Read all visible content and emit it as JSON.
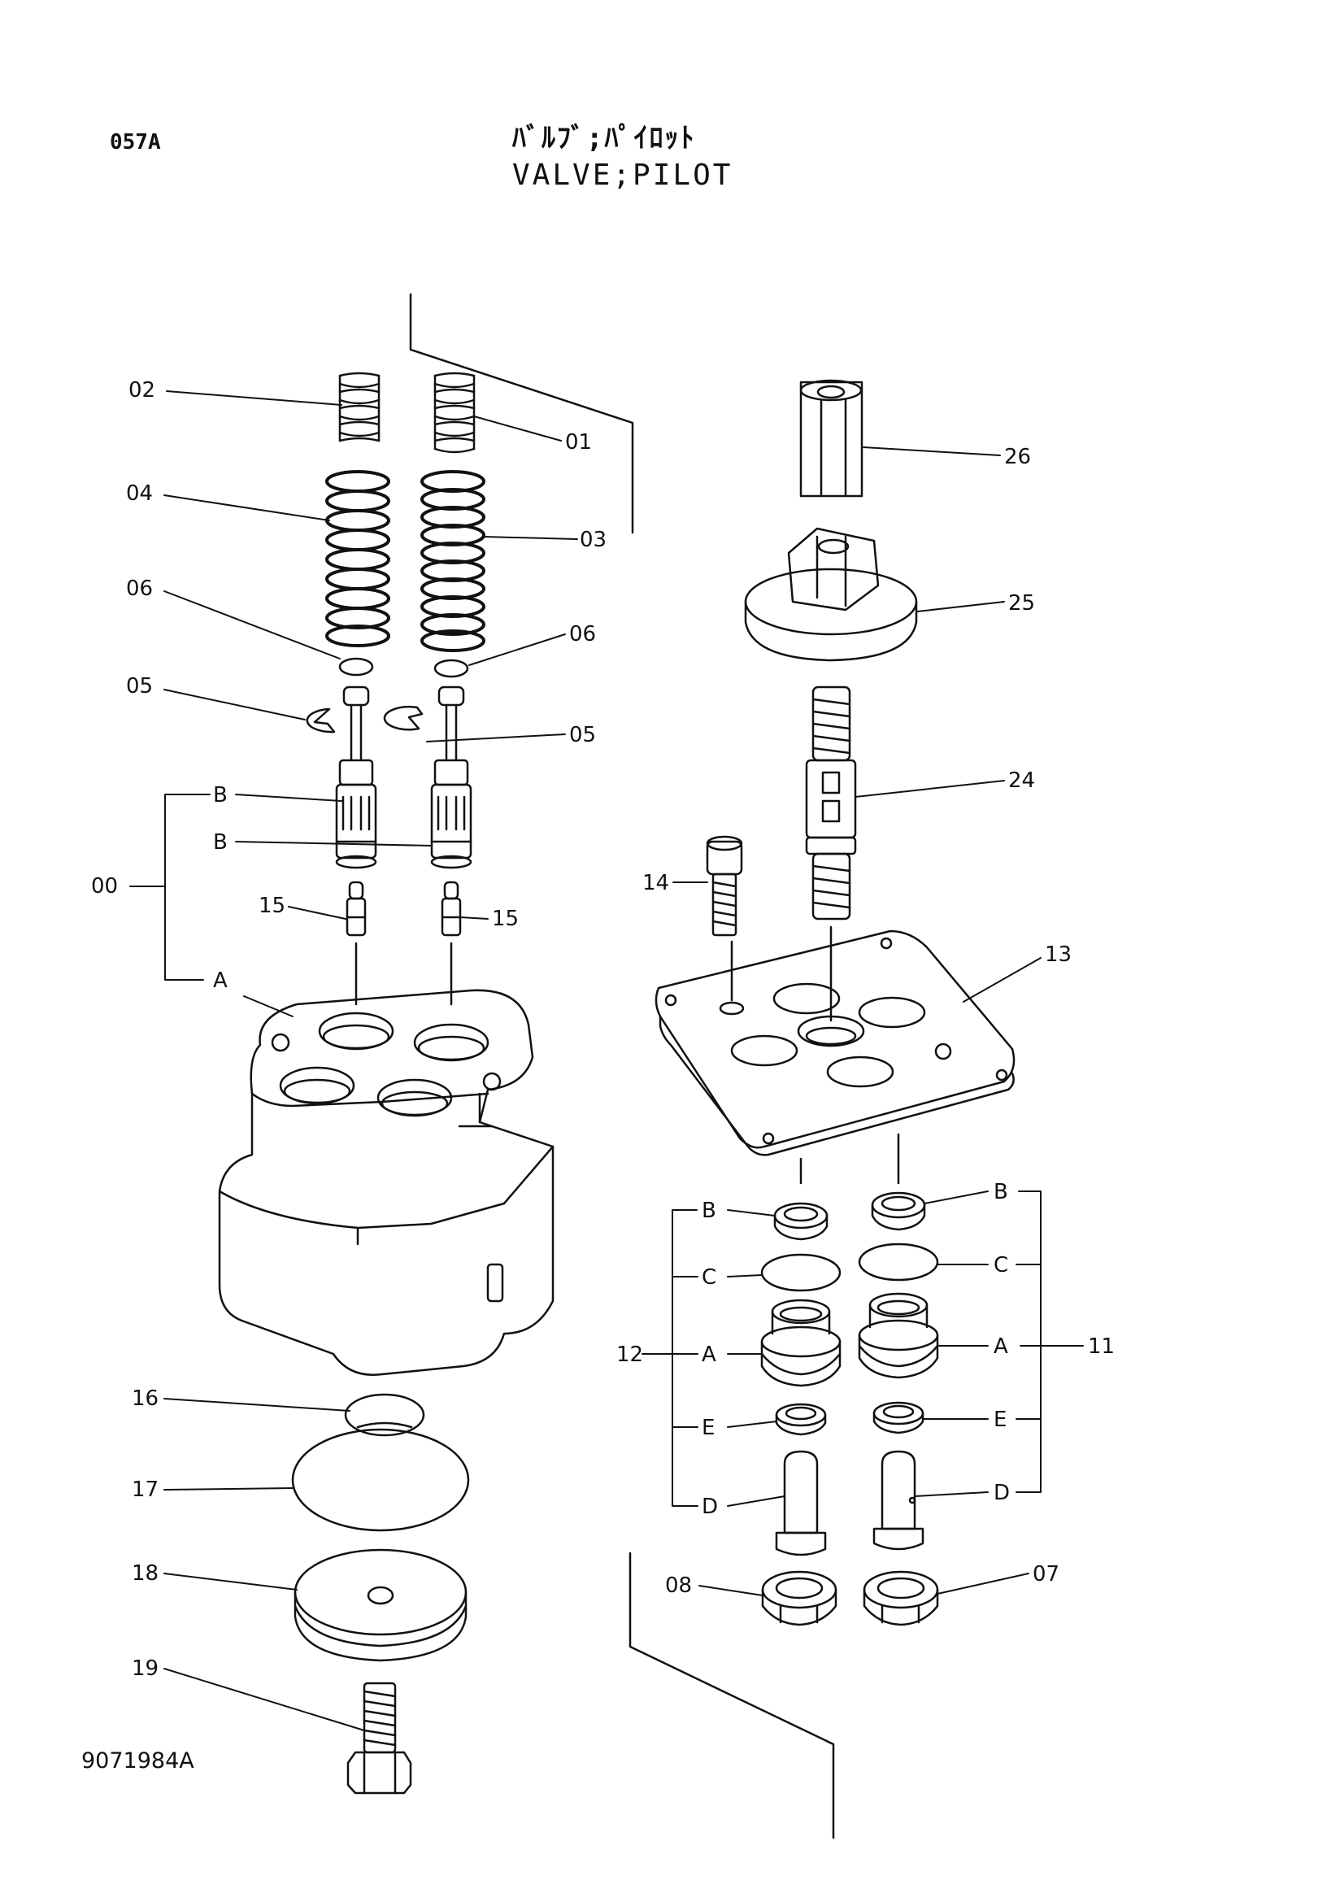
{
  "header": {
    "page_code": "057A",
    "title_jp": "ﾊﾞﾙﾌﾞ;ﾊﾟｲﾛｯﾄ",
    "title_en": "VALVE;PILOT"
  },
  "drawing_number": "9071984A",
  "callouts": {
    "c01": "01",
    "c02": "02",
    "c03": "03",
    "c04": "04",
    "c05l": "05",
    "c05r": "05",
    "c06l": "06",
    "c06r": "06",
    "c00": "00",
    "c00B1": "B",
    "c00B2": "B",
    "c00A": "A",
    "c15l": "15",
    "c15r": "15",
    "c16": "16",
    "c17": "17",
    "c18": "18",
    "c19": "19",
    "c26": "26",
    "c25": "25",
    "c24": "24",
    "c14": "14",
    "c13": "13",
    "c12": "12",
    "c11": "11",
    "c12B": "B",
    "c12C": "C",
    "c12A": "A",
    "c12E": "E",
    "c12D": "D",
    "c11B": "B",
    "c11C": "C",
    "c11A": "A",
    "c11E": "E",
    "c11D": "D",
    "c08": "08",
    "c07": "07"
  }
}
